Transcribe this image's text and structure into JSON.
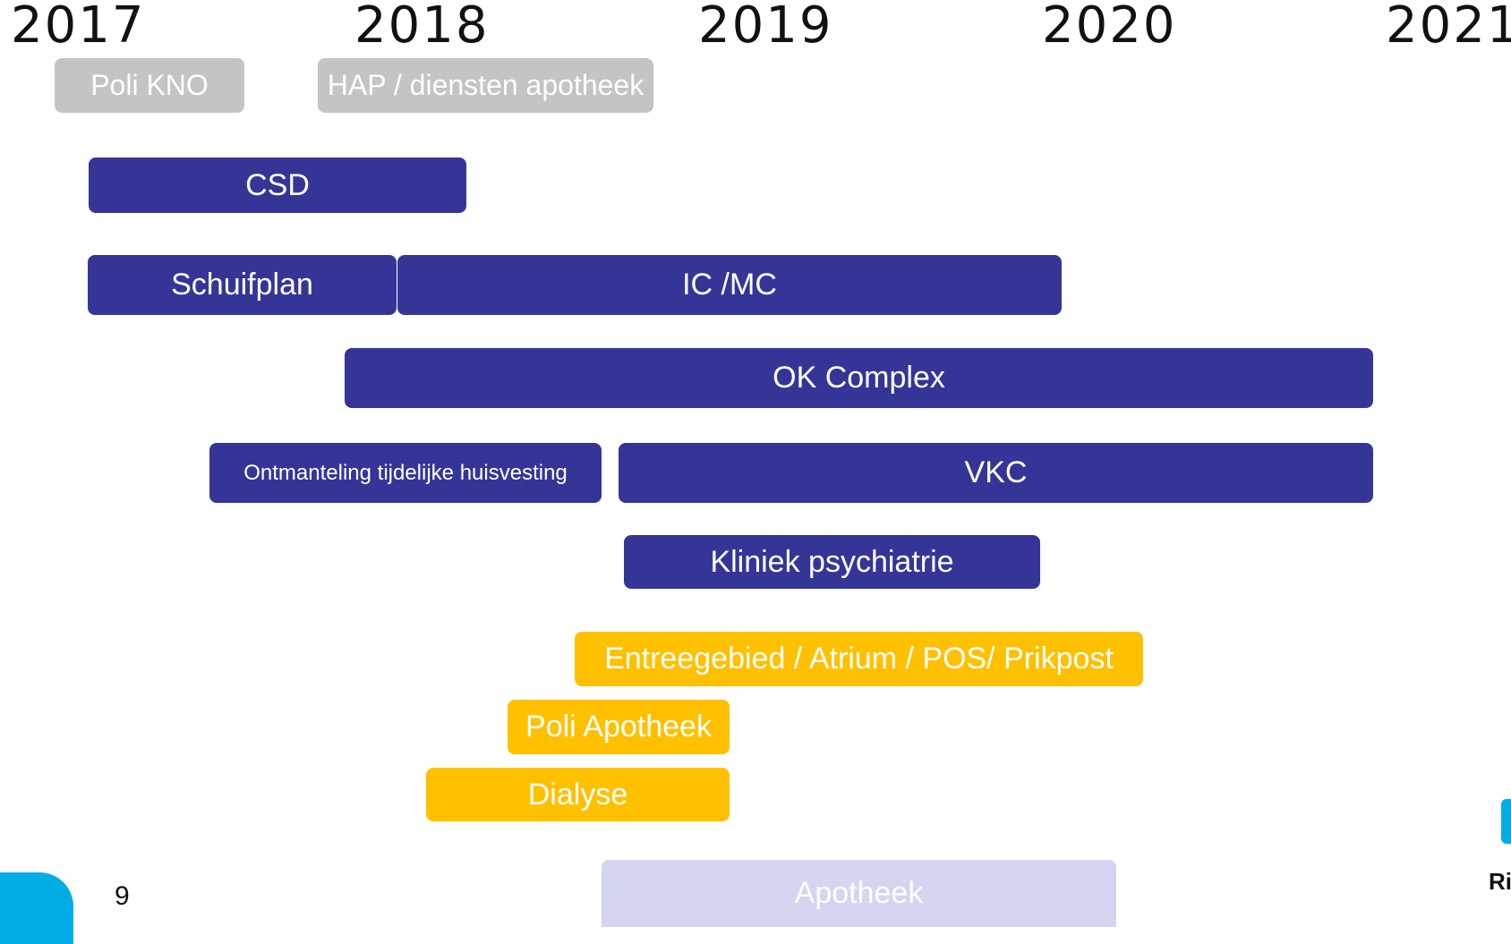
{
  "timeline": {
    "years": [
      "2017",
      "2018",
      "2019",
      "2020",
      "2021"
    ]
  },
  "bars": {
    "poli_kno": "Poli KNO",
    "hap": "HAP / diensten apotheek",
    "csd": "CSD",
    "schuifplan": "Schuifplan",
    "ic_mc": "IC /MC",
    "ok_complex": "OK Complex",
    "ontmanteling": "Ontmanteling tijdelijke huisvesting",
    "vkc": "VKC",
    "kliniek_psychiatrie": "Kliniek psychiatrie",
    "entreegebied": "Entreegebied / Atrium / POS/  Prikpost",
    "poli_apotheek": "Poli Apotheek",
    "dialyse": "Dialyse",
    "apotheek": "Apotheek"
  },
  "colors": {
    "grey": "#c4c4c4",
    "blue": "#353597",
    "yellow": "#ffc000",
    "lilac": "#d4d5f0",
    "accent": "#00aee5"
  },
  "footer": {
    "page_number": "9",
    "logo_text": "Ri"
  }
}
